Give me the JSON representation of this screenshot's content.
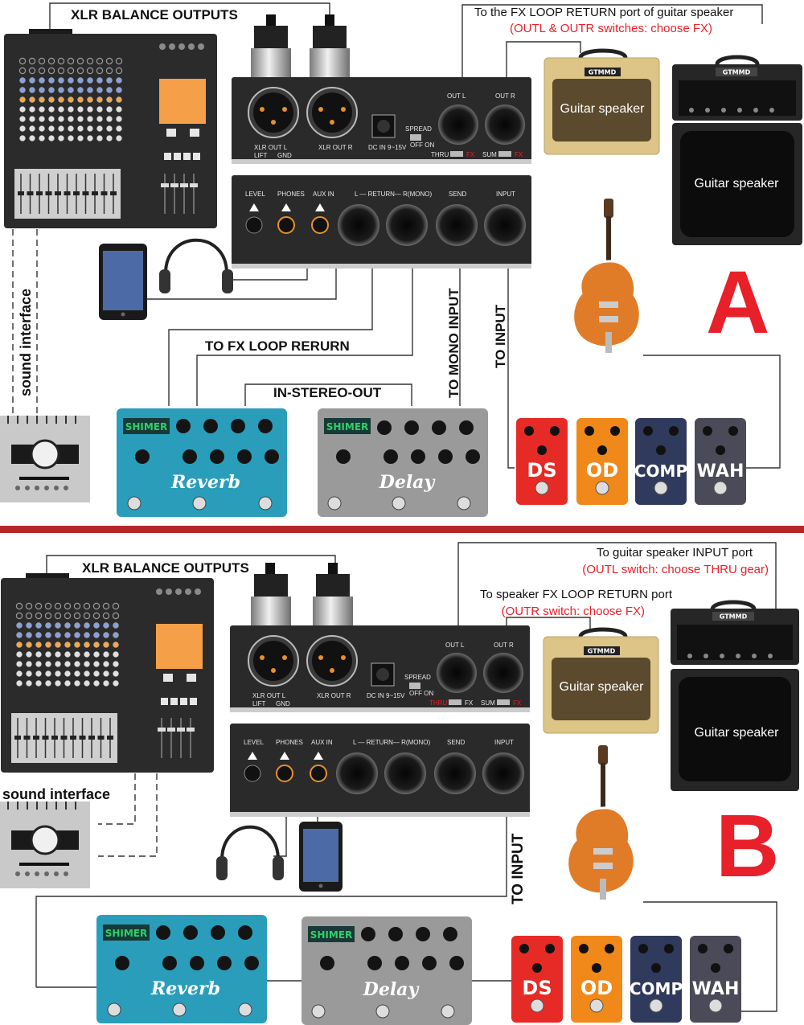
{
  "colors": {
    "accent_red": "#e8202a",
    "divider": "#b5262b",
    "unit_dark": "#2a2a2a",
    "reverb_blue": "#2a9dbb",
    "delay_gray": "#9a9a9a",
    "speaker_tan": "#dcc586",
    "ds_red": "#e62b26",
    "od_orange": "#f0891a",
    "comp_navy": "#303a5c",
    "wah_gray": "#4a4a58"
  },
  "icons": [
    "mixer-console",
    "xlr-connector",
    "tablet",
    "headphones",
    "audio-interface",
    "electric-guitar",
    "guitar-amp-combo",
    "guitar-amp-stack"
  ],
  "device": {
    "xlr_out_l": "XLR OUT L",
    "xlr_out_r": "XLR OUT R",
    "lift": "LIFT",
    "gnd": "GND",
    "dc_in": "DC IN 9~15V",
    "spread": "SPREAD",
    "off_on": "OFF  ON",
    "out_l": "OUT L",
    "out_r": "OUT R",
    "thru": "THRU",
    "fx": "FX",
    "sum": "SUM",
    "mono": "MONO",
    "level": "LEVEL",
    "phones": "PHONES",
    "aux_in": "AUX IN",
    "return_lr": "L — RETURN— R(MONO)",
    "send": "SEND",
    "input": "INPUT"
  },
  "pedals": {
    "brand": "SHIMER",
    "reverb": "Reverb",
    "delay": "Delay",
    "ds": "DS",
    "od": "OD",
    "comp": "COMP",
    "wah": "WAH"
  },
  "amps": {
    "brand": "GTMMD",
    "speaker_label": "Guitar speaker"
  },
  "section_a": {
    "letter": "A",
    "xlr_outputs": "XLR BALANCE OUTPUTS",
    "fx_return_note": "To the FX LOOP RETURN port of guitar speaker",
    "fx_return_switch": "(OUTL & OUTR switches: choose FX)",
    "sound_interface": "sound interface",
    "to_fx_loop": "TO FX LOOP RERURN",
    "in_stereo_out": "IN-STEREO-OUT",
    "to_mono_input": "TO MONO INPUT",
    "to_input": "TO INPUT"
  },
  "section_b": {
    "letter": "B",
    "xlr_outputs": "XLR BALANCE OUTPUTS",
    "input_note": "To guitar speaker INPUT port",
    "input_switch": "(OUTL switch: choose THRU gear)",
    "fx_note": "To speaker FX LOOP RETURN port",
    "fx_switch": "(OUTR switch: choose FX)",
    "sound_interface": "sound interface",
    "to_input": "TO INPUT"
  }
}
